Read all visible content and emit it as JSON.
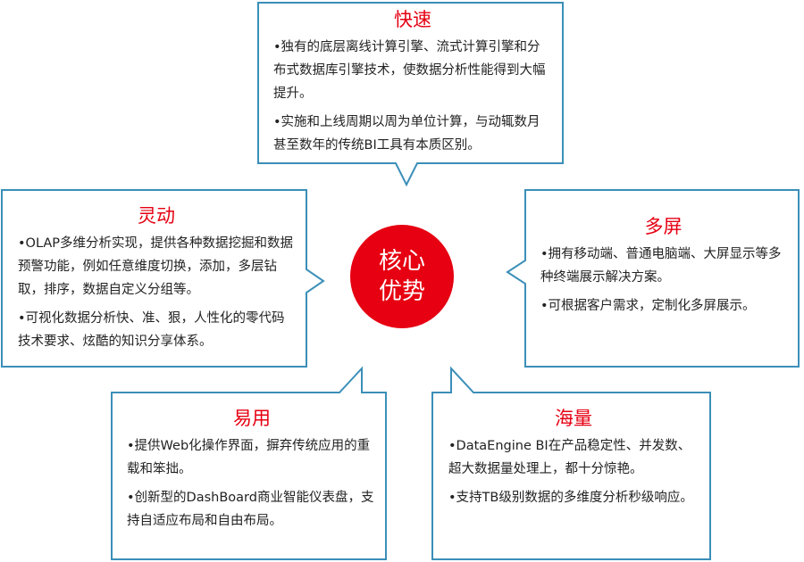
{
  "center": {
    "line1": "核心",
    "line2": "优势"
  },
  "colors": {
    "accent": "#e60012",
    "border": "#3b8fb8"
  },
  "boxes": {
    "fast": {
      "title": "快速",
      "points": [
        "•独有的底层离线计算引擎、流式计算引擎和分布式数据库引擎技术，使数据分析性能得到大幅提升。",
        "•实施和上线周期以周为单位计算，与动辄数月甚至数年的传统BI工具有本质区别。"
      ]
    },
    "agile": {
      "title": "灵动",
      "points": [
        "•OLAP多维分析实现，提供各种数据挖掘和数据预警功能，例如任意维度切换，添加，多层钻取，排序，数据自定义分组等。",
        "•可视化数据分析快、准、狠，人性化的零代码技术要求、炫酷的知识分享体系。"
      ]
    },
    "multiscreen": {
      "title": "多屏",
      "points": [
        "•拥有移动端、普通电脑端、大屏显示等多种终端展示解决方案。",
        "•可根据客户需求，定制化多屏展示。"
      ]
    },
    "easy": {
      "title": "易用",
      "points": [
        "•提供Web化操作界面，摒弃传统应用的重载和笨拙。",
        "•创新型的DashBoard商业智能仪表盘，支持自适应布局和自由布局。"
      ]
    },
    "massive": {
      "title": "海量",
      "points": [
        "•DataEngine BI在产品稳定性、并发数、超大数据量处理上，都十分惊艳。",
        "•支持TB级别数据的多维度分析秒级响应。"
      ]
    }
  }
}
